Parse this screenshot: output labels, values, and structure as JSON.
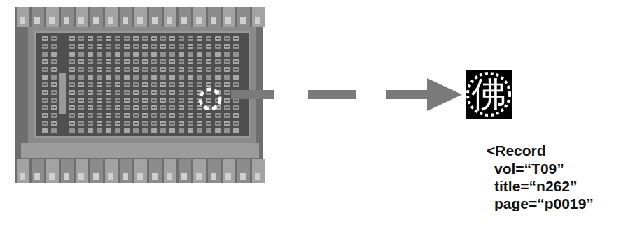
{
  "diagram": {
    "nodes": [
      {
        "text": [
          "佛"
        ]
      }
    ],
    "labels": [
      "<Record",
      "vol=“T09”",
      "title=“n262”",
      "page=“p0019”"
    ]
  }
}
